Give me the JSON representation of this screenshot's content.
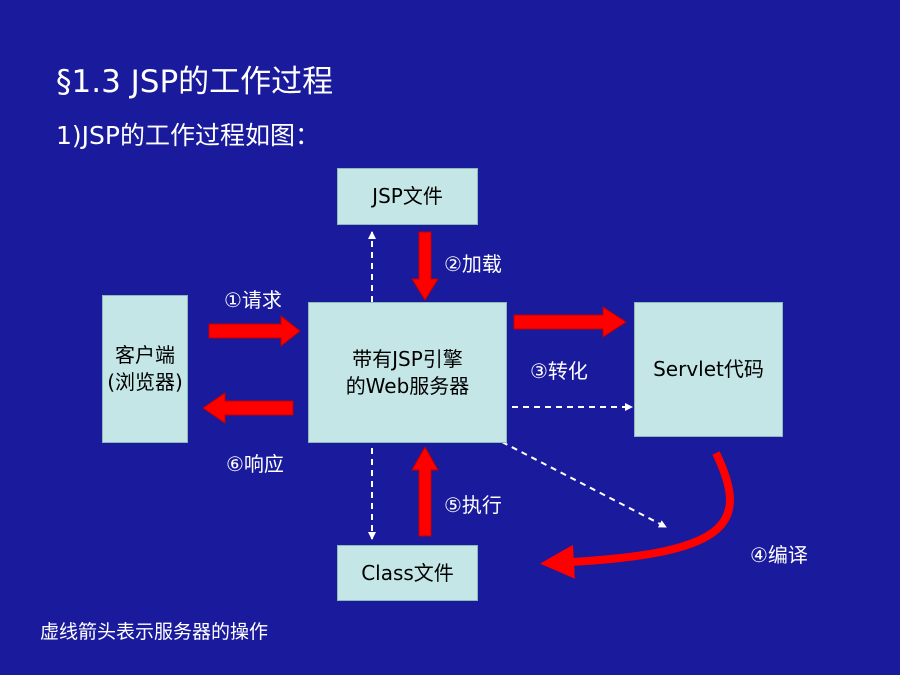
{
  "slide": {
    "title": "§1.3  JSP的工作过程",
    "subtitle": "1)JSP的工作过程如图：",
    "note": "虚线箭头表示服务器的操作"
  },
  "boxes": {
    "jsp_file": "JSP文件",
    "client": "客户端\n(浏览器)",
    "server": "带有JSP引擎\n的Web服务器",
    "servlet": "Servlet代码",
    "class_file": "Class文件"
  },
  "steps": {
    "load": "②加载",
    "request": "①请求",
    "convert": "③转化",
    "response": "⑥响应",
    "execute": "⑤执行",
    "compile": "④编译"
  },
  "colors": {
    "background": "#1a1a9c",
    "box_fill": "#c5e6e6",
    "arrow_red": "#ff0000",
    "dashed_white": "#ffffff"
  }
}
